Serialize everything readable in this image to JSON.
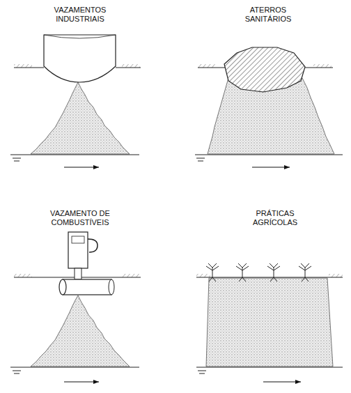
{
  "diagram": {
    "labels": [
      "VAZAMENTOS INDUSTRIAIS",
      "ATERROS SANITÁRIOS",
      "VAZAMENTO DE COMBUSTÍVEIS",
      "PRÁTICAS AGRÍCOLAS"
    ]
  }
}
